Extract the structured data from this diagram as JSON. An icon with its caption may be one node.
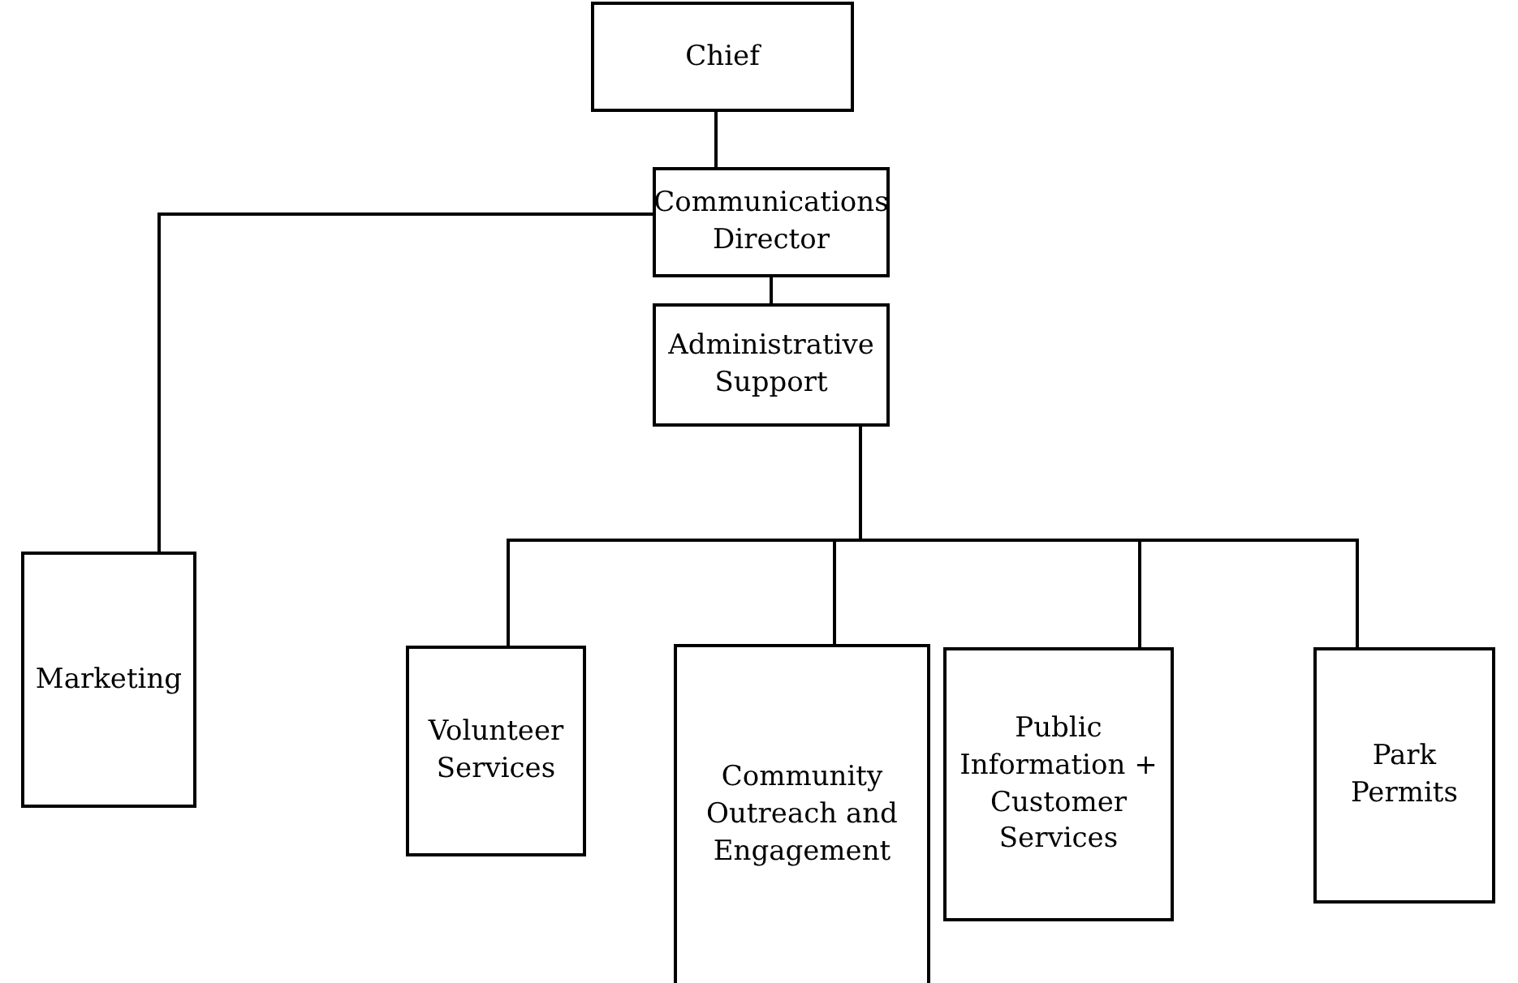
{
  "diagram": {
    "nodes": [
      {
        "text": [
          "Chief"
        ]
      },
      {
        "text": [
          "Communications Director"
        ]
      },
      {
        "text": [
          "Administrative Support"
        ]
      },
      {
        "text": [
          "Marketing"
        ]
      },
      {
        "text": [
          "Volunteer Services"
        ]
      },
      {
        "text": [
          "Community Outreach and Engagement"
        ]
      },
      {
        "text": [
          "Public Information + Customer Services"
        ]
      },
      {
        "text": [
          "Park Permits"
        ]
      }
    ],
    "edges": [
      {
        "from": 0,
        "to": 1,
        "arrow": "none"
      },
      {
        "from": 1,
        "to": 2,
        "arrow": "none"
      },
      {
        "from": 1,
        "to": 3,
        "arrow": "none"
      },
      {
        "from": 2,
        "to": 4,
        "arrow": "none"
      },
      {
        "from": 2,
        "to": 5,
        "arrow": "none"
      },
      {
        "from": 2,
        "to": 6,
        "arrow": "none"
      },
      {
        "from": 2,
        "to": 7,
        "arrow": "none"
      }
    ]
  }
}
